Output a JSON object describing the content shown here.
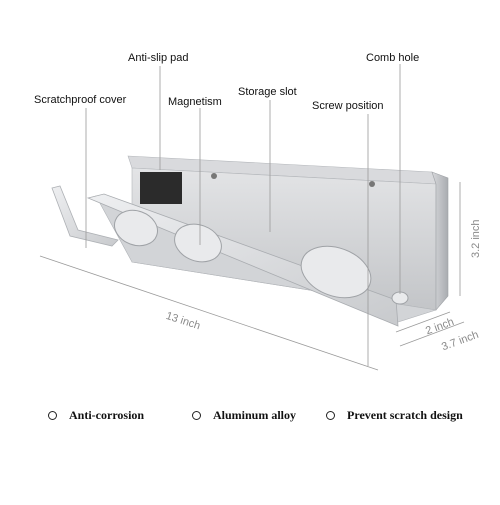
{
  "callouts": {
    "anti_slip_pad": "Anti-slip pad",
    "comb_hole": "Comb hole",
    "scratchproof_cover": "Scratchproof cover",
    "magnetism": "Magnetism",
    "storage_slot": "Storage slot",
    "screw_position": "Screw position"
  },
  "dimensions": {
    "length": "13 inch",
    "height": "3.2 inch",
    "depth_inner": "2 inch",
    "depth_outer": "3.7 inch"
  },
  "features": [
    {
      "label": "Anti-corrosion"
    },
    {
      "label": "Aluminum alloy"
    },
    {
      "label": "Prevent scratch design"
    }
  ],
  "colors": {
    "metal_light": "#e8e9eb",
    "metal_mid": "#c9cbce",
    "metal_dark": "#9a9da1",
    "pad": "#2b2b2b",
    "leader_line": "#9a9a9a"
  }
}
